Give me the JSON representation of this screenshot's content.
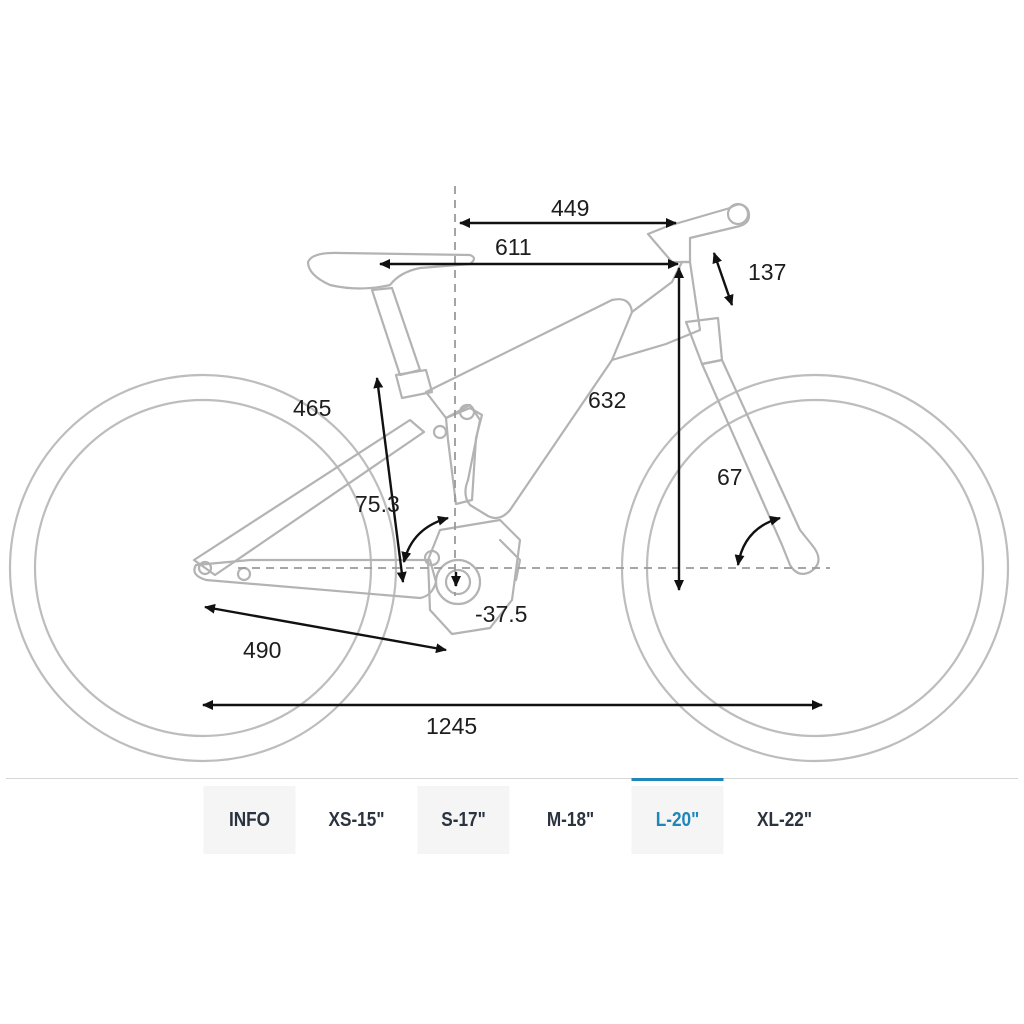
{
  "measurements": {
    "reach": "449",
    "top_tube": "611",
    "head_tube": "137",
    "stack": "632",
    "head_angle": "67",
    "seat_tube": "465",
    "seat_angle": "75.3",
    "bb_drop": "-37.5",
    "chainstay": "490",
    "wheelbase": "1245"
  },
  "tabs": [
    {
      "label": "INFO"
    },
    {
      "label": "XS-15\""
    },
    {
      "label": "S-17\""
    },
    {
      "label": "M-18\""
    },
    {
      "label": "L-20\""
    },
    {
      "label": "XL-22\""
    }
  ],
  "active_tab": "L-20\"",
  "colors": {
    "accent": "#1f86b9",
    "tab_text": "#2b3340",
    "frame_line": "#b3b3b3",
    "dimension_line": "#111111"
  },
  "icons": {
    "dimension_arrow": "arrow-icon",
    "angle_arc": "curved-arrow-icon"
  }
}
